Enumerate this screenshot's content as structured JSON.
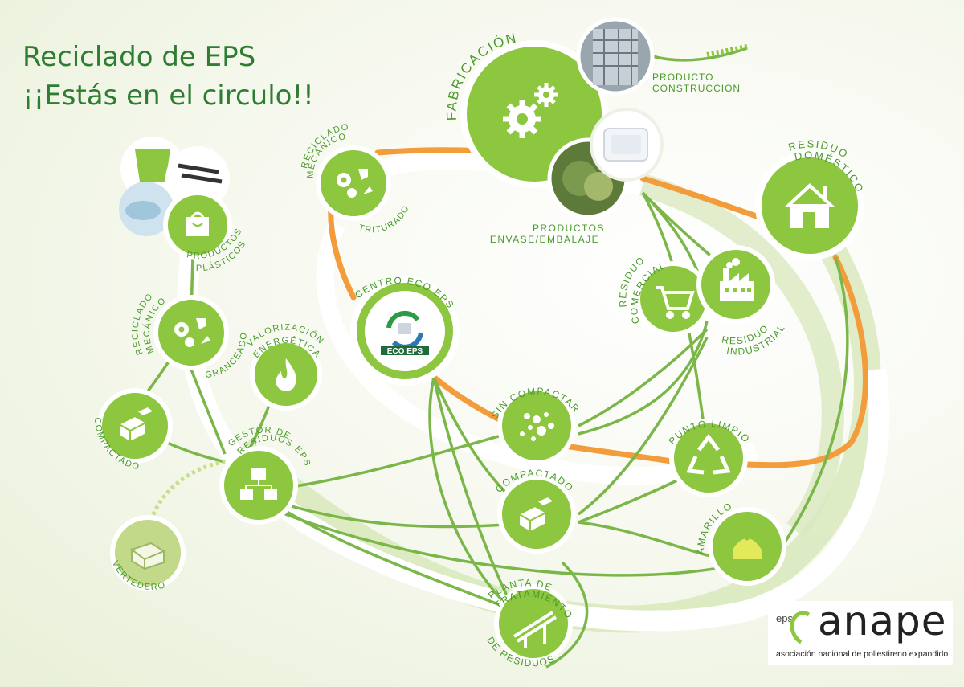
{
  "title": {
    "line1": "Reciclado de EPS",
    "line2": "¡¡Estás en el circulo!!"
  },
  "nodes": {
    "fabricacion": "FABRICACIÓN",
    "producto_construccion": [
      "PRODUCTO",
      "CONSTRUCCIÓN"
    ],
    "productos_envase": [
      "PRODUCTOS",
      "ENVASE/EMBALAJE"
    ],
    "reciclado_mecanico_top": [
      "RECICLADO",
      "MECÁNICO"
    ],
    "triturado": "TRITURADO",
    "residuo_domestico": [
      "RESIDUO",
      "DOMÉSTICO"
    ],
    "productos_plasticos": [
      "PRODUCTOS",
      "PLÁSTICOS"
    ],
    "reciclado_mecanico_left": [
      "RECICLADO",
      "MECÁNICO"
    ],
    "granceado": "GRANCEADO",
    "centro_eco_eps": "CENTRO ECO EPS",
    "eco_eps_logo": "ECO EPS",
    "residuo_comercial": [
      "RESIDUO",
      "COMERCIAL"
    ],
    "residuo_industrial": [
      "RESIDUO",
      "INDUSTRIAL"
    ],
    "valorizacion": [
      "VALORIZACIÓN",
      "ENERGÉTICA"
    ],
    "compactado_left": "COMPACTADO",
    "sin_compactar": "SIN COMPACTAR",
    "punto_limpio": "PUNTO LIMPIO",
    "gestor": [
      "GESTOR DE",
      "RESIDUOS EPS"
    ],
    "compactado_center": "COMPACTADO",
    "amarillo": "AMARILLO",
    "vertedero": "VERTEDERO",
    "planta_top": [
      "PLANTA DE",
      "TRATAMIENTO"
    ],
    "planta_bottom": "DE RESIDUOS"
  },
  "logo": {
    "eps": "eps",
    "name": "anape",
    "tagline": "asociación nacional de poliestireno expandido"
  },
  "colors": {
    "green": "#8dc63f",
    "dark_green": "#2e7d32",
    "orange": "#f39c3c",
    "light_green": "#c9dea0",
    "yellow": "#e3ea5a",
    "vertedero": "#c2d98a"
  },
  "icons": {
    "fabricacion": "gears-icon",
    "reciclado": "gear-recycle-icon",
    "residuo_domestico": "house-icon",
    "residuo_comercial": "shopping-cart-icon",
    "residuo_industrial": "factory-icon",
    "productos_plasticos": "shopping-bag-icon",
    "valorizacion": "flame-icon",
    "compactado": "blocks-icon",
    "sin_compactar": "beads-icon",
    "punto_limpio": "recycle-icon",
    "gestor": "hierarchy-icon",
    "amarillo": "yellow-bin-icon",
    "vertedero": "landfill-icon",
    "planta": "conveyor-icon"
  }
}
